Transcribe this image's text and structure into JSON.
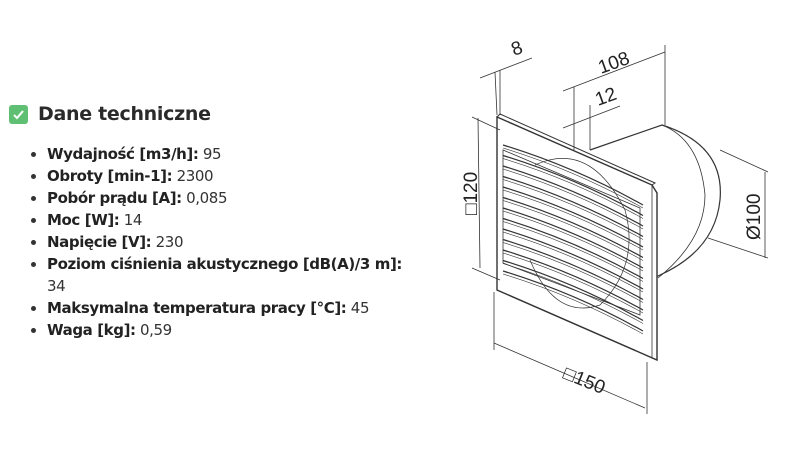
{
  "section": {
    "title": "Dane techniczne",
    "icon": "check-box-icon",
    "icon_color": "#5fbf72"
  },
  "specs": [
    {
      "label": "Wydajność [m3/h]:",
      "value": "95"
    },
    {
      "label": "Obroty [min-1]:",
      "value": "2300"
    },
    {
      "label": "Pobór prądu [A]:",
      "value": "0,085"
    },
    {
      "label": "Moc [W]:",
      "value": "14"
    },
    {
      "label": "Napięcie [V]:",
      "value": "230"
    },
    {
      "label": "Poziom ciśnienia akustycznego [dB(A)/3 m]:",
      "value": "34"
    },
    {
      "label": "Maksymalna temperatura pracy [°C]:",
      "value": "45"
    },
    {
      "label": "Waga [kg]:",
      "value": "0,59"
    }
  ],
  "drawing": {
    "dim_depth_panel": "8",
    "dim_depth_total": "108",
    "dim_depth_gap": "12",
    "dim_height_inner": "□120",
    "dim_diameter": "Ø100",
    "dim_width_panel": "□150"
  }
}
